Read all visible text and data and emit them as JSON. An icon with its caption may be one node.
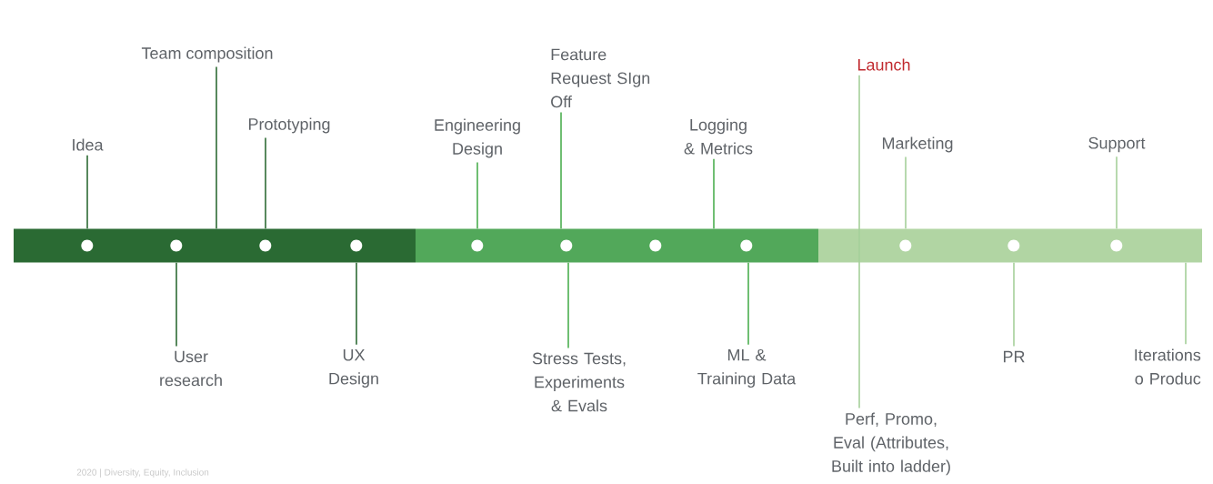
{
  "diagram": {
    "nodes": [
      {
        "text": [],
        "shape": "bar"
      },
      {
        "text": [],
        "shape": "circle",
        "in": 0
      },
      {
        "text": [],
        "shape": "circle",
        "in": 0
      },
      {
        "text": [],
        "shape": "circle",
        "in": 0
      },
      {
        "text": [],
        "shape": "circle",
        "in": 0
      },
      {
        "text": [],
        "shape": "bar"
      },
      {
        "text": [],
        "shape": "circle",
        "in": 5
      },
      {
        "text": [],
        "shape": "circle",
        "in": 5
      },
      {
        "text": [],
        "shape": "circle",
        "in": 5
      },
      {
        "text": [],
        "shape": "circle",
        "in": 5
      },
      {
        "text": [],
        "shape": "bar"
      },
      {
        "text": [],
        "shape": "circle",
        "in": 10
      },
      {
        "text": [],
        "shape": "circle",
        "in": 10
      },
      {
        "text": [],
        "shape": "circle",
        "in": 10
      },
      {
        "text": [
          "Idea"
        ]
      },
      {
        "text": [
          "Team composition"
        ]
      },
      {
        "text": [
          "Prototyping"
        ]
      },
      {
        "text": [
          "User research"
        ]
      },
      {
        "text": [
          "UX Design"
        ]
      },
      {
        "text": [
          "Engineering Design"
        ]
      },
      {
        "text": [
          "Feature Request SIgn Off"
        ]
      },
      {
        "text": [
          "Stress Tests, Experiments & Evals"
        ]
      },
      {
        "text": [
          "Logging & Metrics"
        ]
      },
      {
        "text": [
          "ML & Training Data"
        ]
      },
      {
        "text": [
          "Launch"
        ]
      },
      {
        "text": [
          "Marketing"
        ]
      },
      {
        "text": [
          "Support"
        ]
      },
      {
        "text": [
          "PR"
        ]
      },
      {
        "text": [
          "Iterations o Produc"
        ]
      },
      {
        "text": [
          "Perf, Promo, Eval (Attributes, Built into ladder)"
        ]
      }
    ],
    "edges": [
      {
        "from": 14,
        "to": 0,
        "arrow": "none",
        "color": "#2e6b35"
      },
      {
        "from": 15,
        "to": 0,
        "arrow": "none",
        "color": "#2e6b35"
      },
      {
        "from": 16,
        "to": 0,
        "arrow": "none",
        "color": "#2e6b35"
      },
      {
        "from": 17,
        "to": 0,
        "arrow": "none",
        "color": "#2e6b35"
      },
      {
        "from": 18,
        "to": 0,
        "arrow": "none",
        "color": "#2e6b35"
      },
      {
        "from": 19,
        "to": 5,
        "arrow": "none",
        "color": "#4caf50"
      },
      {
        "from": 20,
        "to": 5,
        "arrow": "none",
        "color": "#4caf50"
      },
      {
        "from": 21,
        "to": 5,
        "arrow": "none",
        "color": "#4caf50"
      },
      {
        "from": 22,
        "to": 5,
        "arrow": "none",
        "color": "#4caf50"
      },
      {
        "from": 23,
        "to": 5,
        "arrow": "none",
        "color": "#4caf50"
      },
      {
        "from": 24,
        "to": 29,
        "arrow": "none",
        "color": "#a5d09a"
      },
      {
        "from": 25,
        "to": 10,
        "arrow": "none",
        "color": "#a5d09a"
      },
      {
        "from": 26,
        "to": 10,
        "arrow": "none",
        "color": "#a5d09a"
      },
      {
        "from": 27,
        "to": 10,
        "arrow": "none",
        "color": "#a5d09a"
      },
      {
        "from": 28,
        "to": 10,
        "arrow": "none",
        "color": "#a5d09a"
      }
    ],
    "labels": [
      "2020 | Diversity, Equity, Inclusion"
    ]
  }
}
